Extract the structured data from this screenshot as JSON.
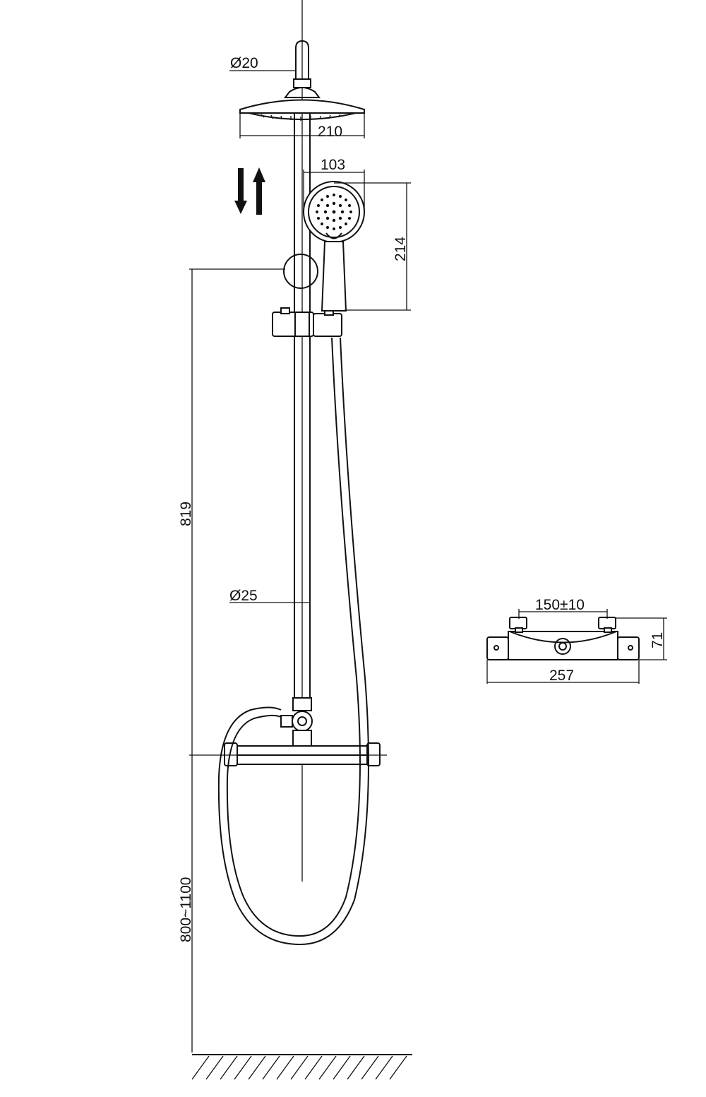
{
  "dimensions": {
    "top_pipe_diameter": "Ø20",
    "overhead_shower_width": "210",
    "hand_shower_width": "103",
    "hand_shower_length": "214",
    "rail_height": "819",
    "rail_diameter": "Ø25",
    "valve_height": "800~1100",
    "inlet_spacing": "150±10",
    "valve_depth": "71",
    "valve_width": "257"
  },
  "colors": {
    "line": "#111111",
    "background": "#ffffff"
  },
  "icons": {
    "adjust_arrows": "up-down-arrows-icon"
  }
}
